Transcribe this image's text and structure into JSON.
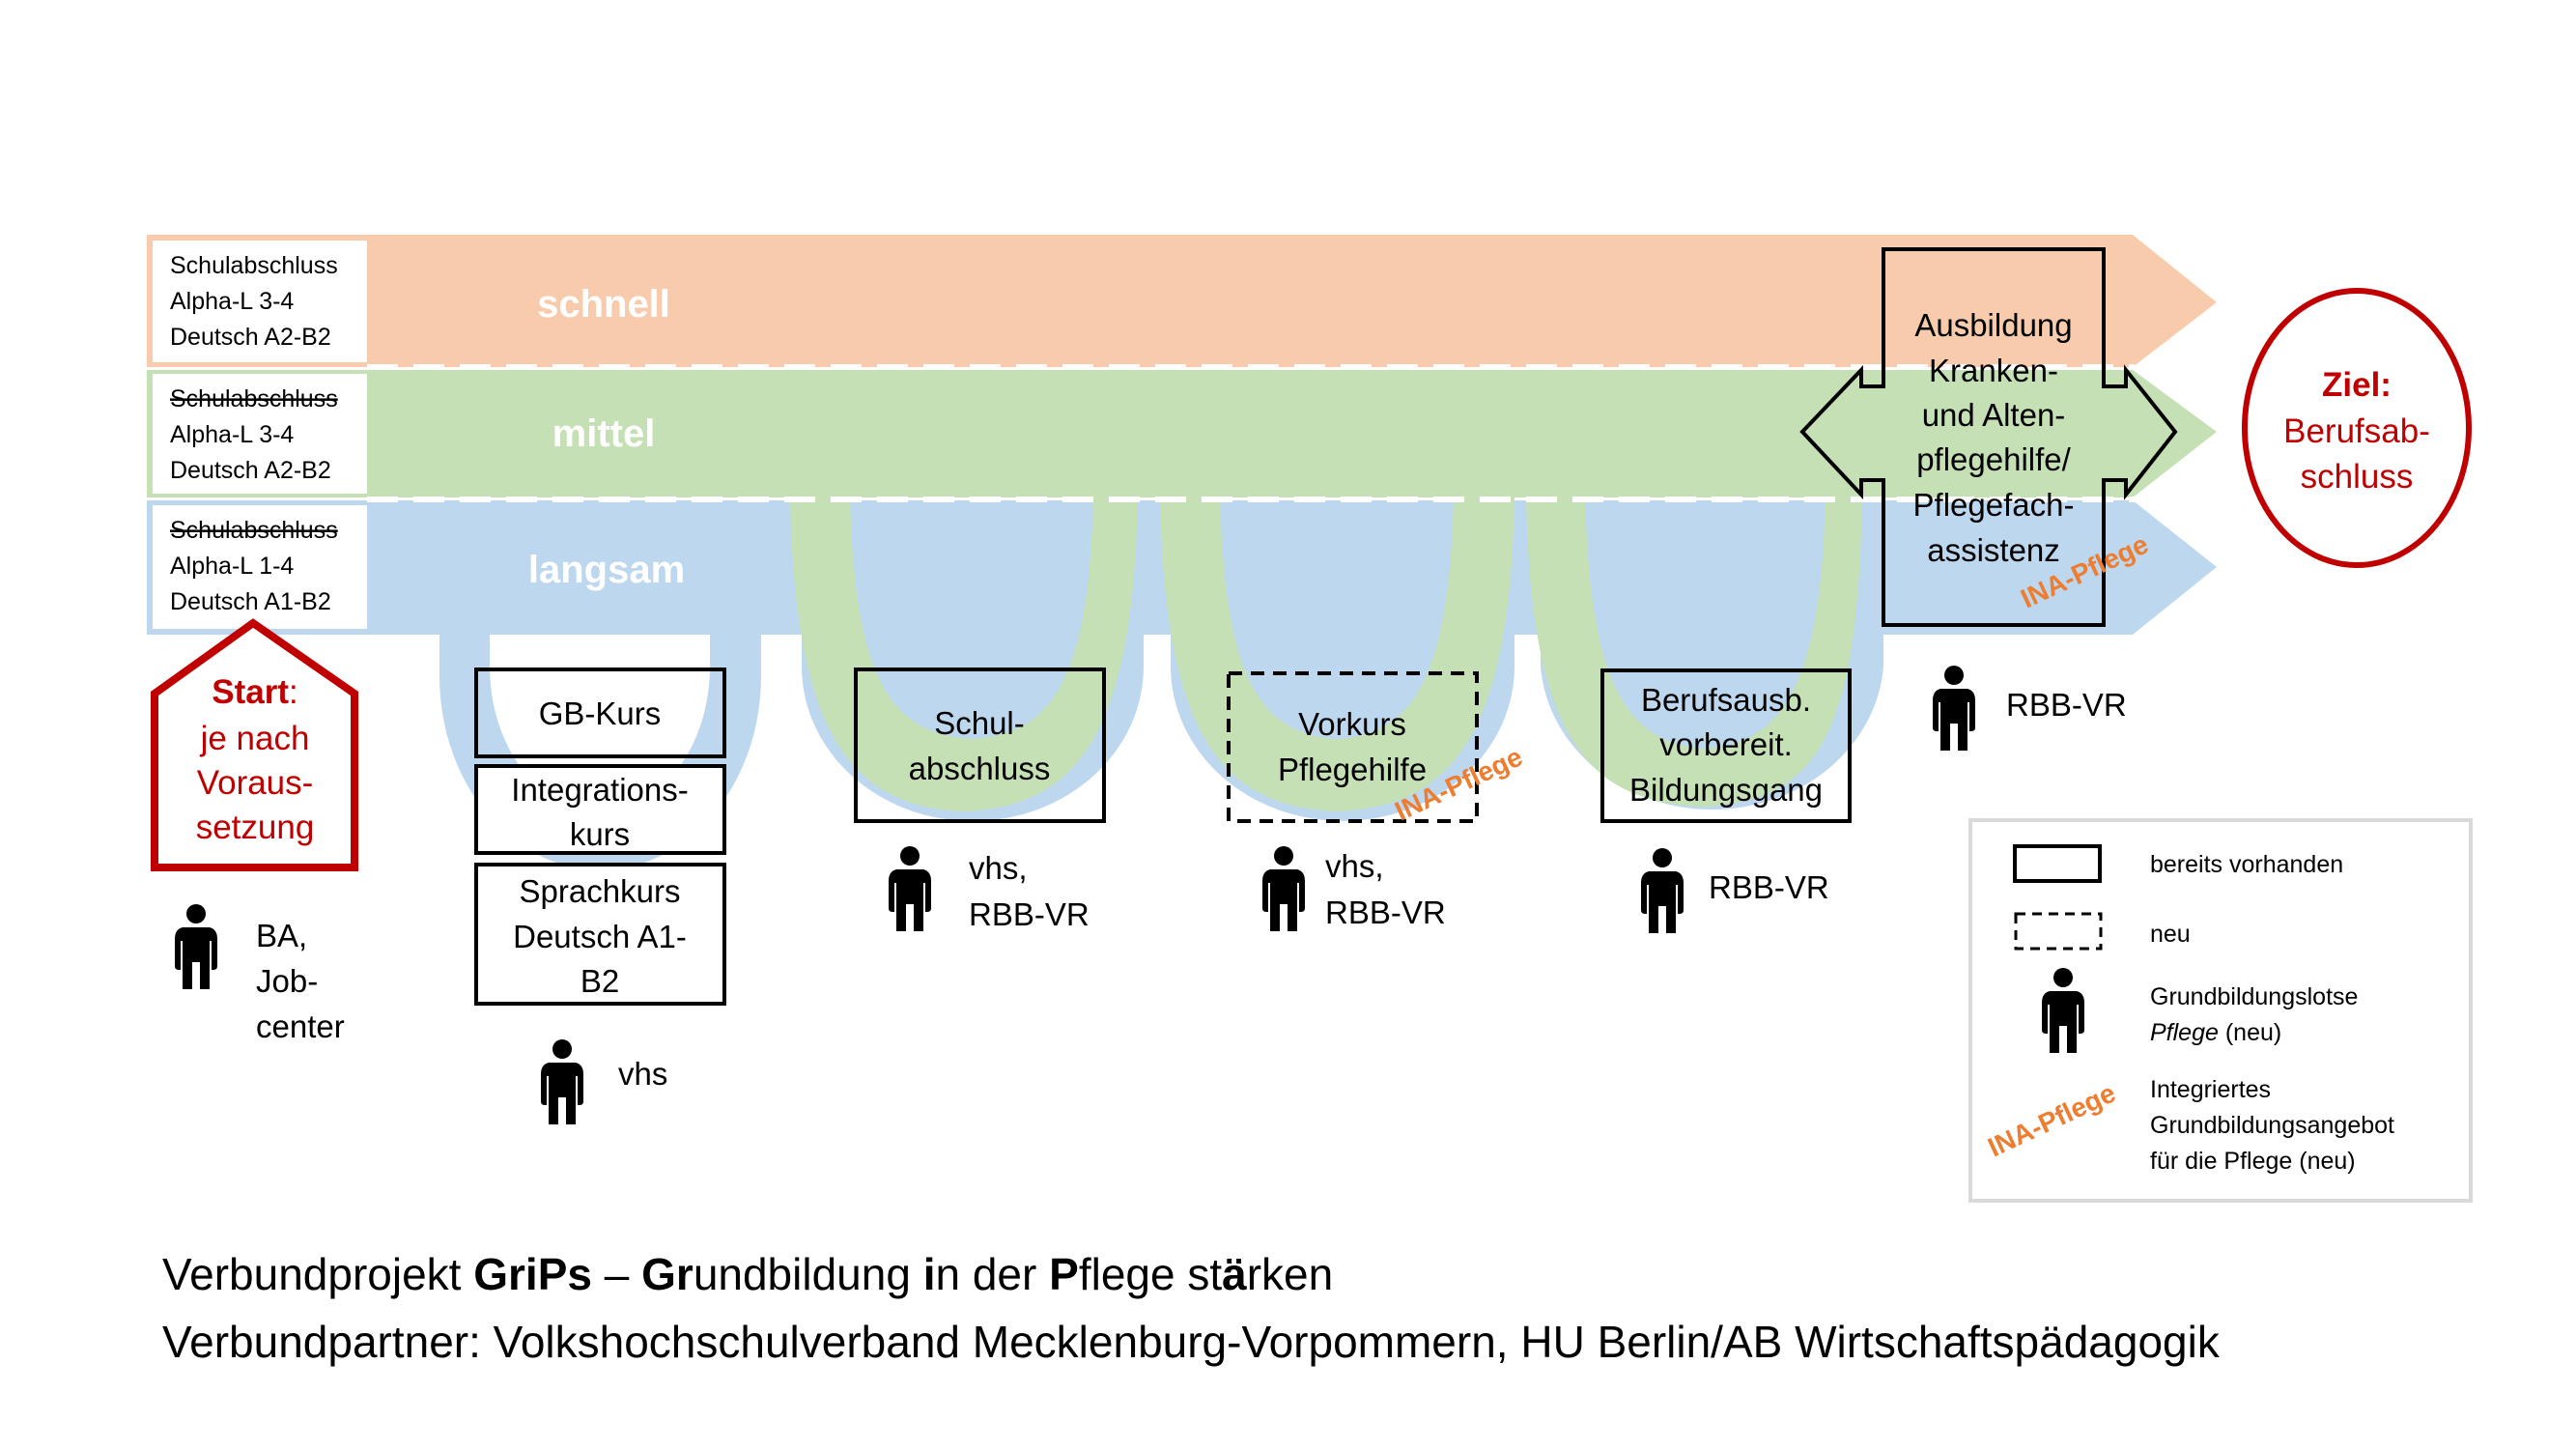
{
  "colors": {
    "lane_fast": "#F8CBAD",
    "lane_medium": "#C5E0B4",
    "lane_slow": "#BDD7EE",
    "accent_red": "#C00000",
    "ina_orange": "#ED7D31",
    "legend_border": "#D9D9D9"
  },
  "lanes": [
    {
      "id": "fast",
      "label": "schnell",
      "conditions": [
        {
          "text": "Schulabschluss",
          "struck": false
        },
        {
          "text": "Alpha-L 3-4",
          "struck": false
        },
        {
          "text": "Deutsch A2-B2",
          "struck": false
        }
      ]
    },
    {
      "id": "medium",
      "label": "mittel",
      "conditions": [
        {
          "text": "Schulabschluss",
          "struck": true
        },
        {
          "text": "Alpha-L 3-4",
          "struck": false
        },
        {
          "text": "Deutsch A2-B2",
          "struck": false
        }
      ]
    },
    {
      "id": "slow",
      "label": "langsam",
      "conditions": [
        {
          "text": "Schulabschluss",
          "struck": true
        },
        {
          "text": "Alpha-L 1-4",
          "struck": false
        },
        {
          "text": "Deutsch A1-B2",
          "struck": false
        }
      ]
    }
  ],
  "start": {
    "title": "Start",
    "colon": ":",
    "lines": [
      "je nach",
      "Voraus-",
      "setzung"
    ],
    "person": [
      "BA,",
      "Job-",
      "center"
    ]
  },
  "goal": {
    "title": "Ziel:",
    "lines": [
      "Berufsab-",
      "schluss"
    ]
  },
  "stations": [
    {
      "id": "gb",
      "boxes": [
        {
          "lines": [
            "GB-Kurs"
          ],
          "style": "solid"
        },
        {
          "lines": [
            "Integrations-",
            "kurs"
          ],
          "style": "solid"
        },
        {
          "lines": [
            "Sprachkurs",
            "Deutsch A1-",
            "B2"
          ],
          "style": "solid"
        }
      ],
      "person": [
        "vhs"
      ]
    },
    {
      "id": "schul",
      "boxes": [
        {
          "lines": [
            "Schul-",
            "abschluss"
          ],
          "style": "solid"
        }
      ],
      "person": [
        "vhs,",
        "RBB-VR"
      ]
    },
    {
      "id": "vorkurs",
      "boxes": [
        {
          "lines": [
            "Vorkurs",
            "Pflegehilfe"
          ],
          "style": "dashed",
          "ina": true
        }
      ],
      "person": [
        "vhs,",
        "RBB-VR"
      ]
    },
    {
      "id": "berufsausb",
      "boxes": [
        {
          "lines": [
            "Berufsausb.",
            "vorbereit.",
            "Bildungsgang"
          ],
          "style": "solid"
        }
      ],
      "person": [
        "RBB-VR"
      ]
    },
    {
      "id": "ausbildung",
      "boxes": [
        {
          "lines": [
            "Ausbildung",
            "Kranken-",
            "und Alten-",
            "pflegehilfe/",
            "Pflegefach-",
            "assistenz"
          ],
          "style": "solid",
          "ina": true
        }
      ],
      "person": [
        "RBB-VR"
      ]
    }
  ],
  "ina_label": "INA-Pflege",
  "legend": {
    "items": [
      {
        "symbol": "solid-box",
        "lines": [
          "bereits vorhanden"
        ]
      },
      {
        "symbol": "dashed-box",
        "lines": [
          "neu"
        ]
      },
      {
        "symbol": "person",
        "lines": [
          "Grundbildungslotse"
        ],
        "italic": "Pflege",
        "suffix": " (neu)"
      },
      {
        "symbol": "ina",
        "lines": [
          "Integriertes",
          "Grundbildungsangebot",
          "für die Pflege (neu)"
        ]
      }
    ]
  },
  "footer": {
    "line1": [
      {
        "t": "Verbundprojekt ",
        "b": false
      },
      {
        "t": "GriPs",
        "b": true
      },
      {
        "t": " – ",
        "b": false
      },
      {
        "t": "Gr",
        "b": true
      },
      {
        "t": "undbildung ",
        "b": false
      },
      {
        "t": "i",
        "b": true
      },
      {
        "t": "n der ",
        "b": false
      },
      {
        "t": "P",
        "b": true
      },
      {
        "t": "flege st",
        "b": false
      },
      {
        "t": "ä",
        "b": true
      },
      {
        "t": "rken",
        "b": false
      }
    ],
    "line2": "Verbundpartner: Volkshochschulverband Mecklenburg-Vorpommern, HU Berlin/AB Wirtschaftspädagogik"
  }
}
